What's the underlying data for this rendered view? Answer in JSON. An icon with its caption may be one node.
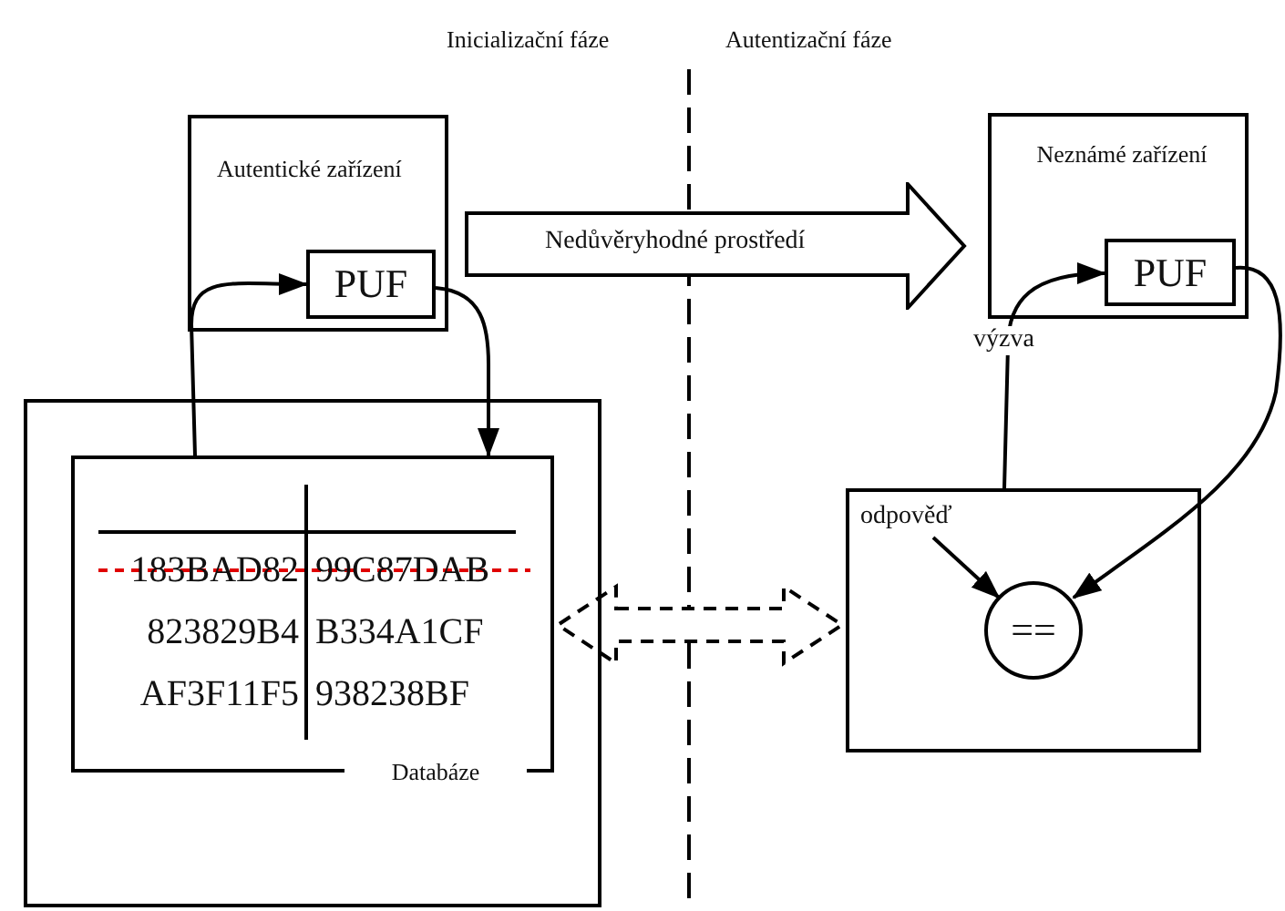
{
  "diagram": {
    "nodes": [
      {
        "text": [
          "Autentické zařízení"
        ]
      },
      {
        "text": [
          "PUF"
        ],
        "in": 0
      },
      {
        "text": [],
        "shape": "box"
      },
      {
        "text": [
          "Databáze"
        ],
        "in": 2
      },
      {
        "text": [
          "Nedůvěryhodné prostředí"
        ]
      },
      {
        "text": [
          "Neznámé zařízení"
        ]
      },
      {
        "text": [
          "PUF"
        ],
        "in": 5
      },
      {
        "text": [],
        "shape": "box"
      },
      {
        "text": [
          "odpověď"
        ],
        "in": 7
      },
      {
        "text": [
          "=="
        ],
        "in": 7
      }
    ],
    "edges": [
      {
        "from": 3,
        "to": 1,
        "arrow": "to"
      },
      {
        "from": 1,
        "to": 3,
        "arrow": "to"
      },
      {
        "from": 3,
        "to": 7,
        "arrow": "both",
        "style": "dashed"
      },
      {
        "from": 7,
        "to": 6,
        "arrow": "to",
        "label": "výzva"
      },
      {
        "from": 6,
        "to": 9,
        "arrow": "to"
      },
      {
        "from": 8,
        "to": 9,
        "arrow": "to"
      }
    ],
    "labels": [
      "Inicializační fáze",
      "Autentizační fáze",
      "183BAD82",
      "99C87DAB",
      "823829B4",
      "B334A1CF",
      "AF3F11F5",
      "938238BF"
    ]
  }
}
